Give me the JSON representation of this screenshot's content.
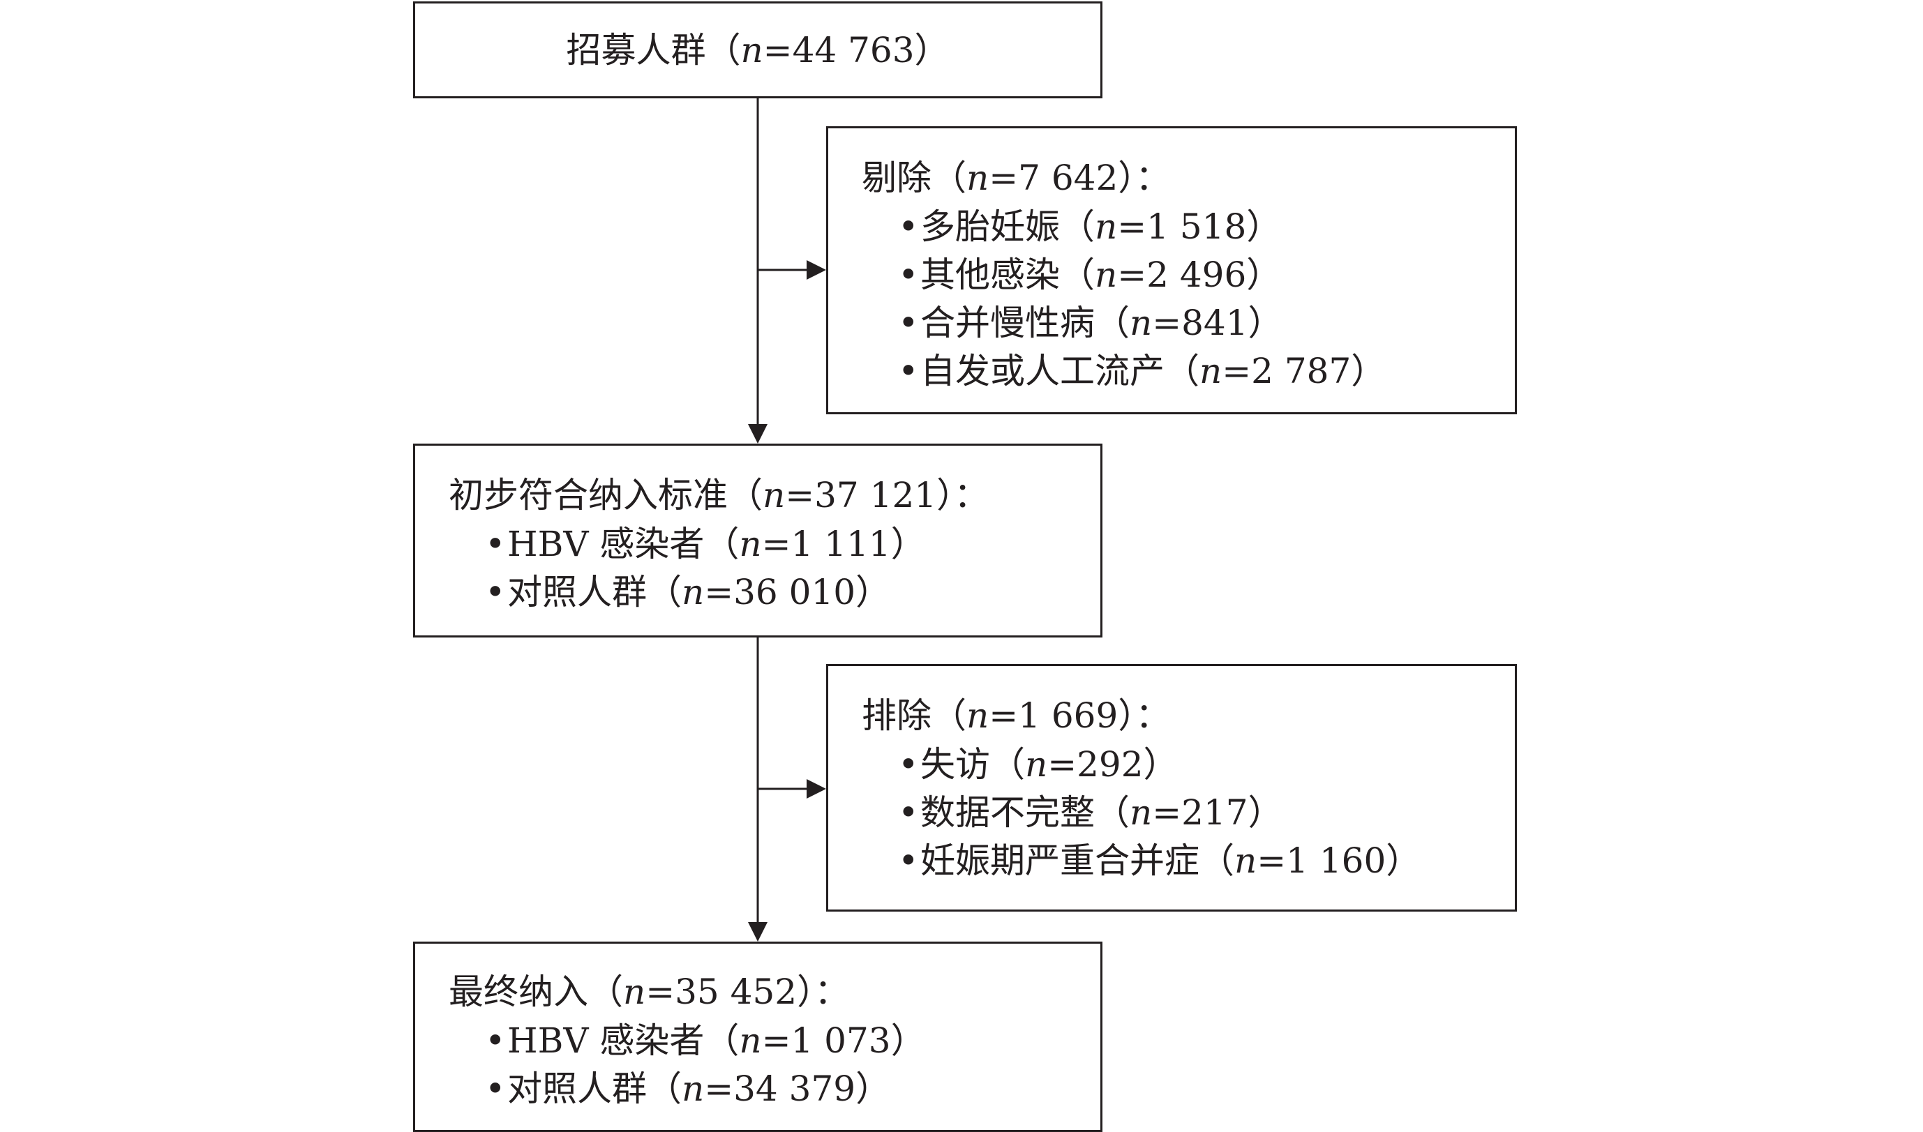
{
  "recruited": {
    "label": "招募人群",
    "n": "44 763"
  },
  "excluded_1": {
    "label": "剔除",
    "n": "7 642",
    "items": [
      {
        "label": "多胎妊娠",
        "n": "1 518"
      },
      {
        "label": "其他感染",
        "n": "2 496"
      },
      {
        "label": "合并慢性病",
        "n": "841"
      },
      {
        "label": "自发或人工流产",
        "n": "2 787"
      }
    ]
  },
  "eligible": {
    "label": "初步符合纳入标准",
    "n": "37 121",
    "items": [
      {
        "label": "HBV 感染者",
        "n": "1 111"
      },
      {
        "label": "对照人群",
        "n": "36 010"
      }
    ]
  },
  "excluded_2": {
    "label": "排除",
    "n": "1 669",
    "items": [
      {
        "label": "失访",
        "n": "292"
      },
      {
        "label": "数据不完整",
        "n": "217"
      },
      {
        "label": "妊娠期严重合并症",
        "n": "1 160"
      }
    ]
  },
  "final": {
    "label": "最终纳入",
    "n": "35 452",
    "items": [
      {
        "label": "HBV 感染者",
        "n": "1 073"
      },
      {
        "label": "对照人群",
        "n": "34 379"
      }
    ]
  },
  "symbols": {
    "n_var": "n",
    "equals": "=",
    "paren_open": "（",
    "paren_close": "）",
    "colon": "：",
    "bullet": "•"
  }
}
